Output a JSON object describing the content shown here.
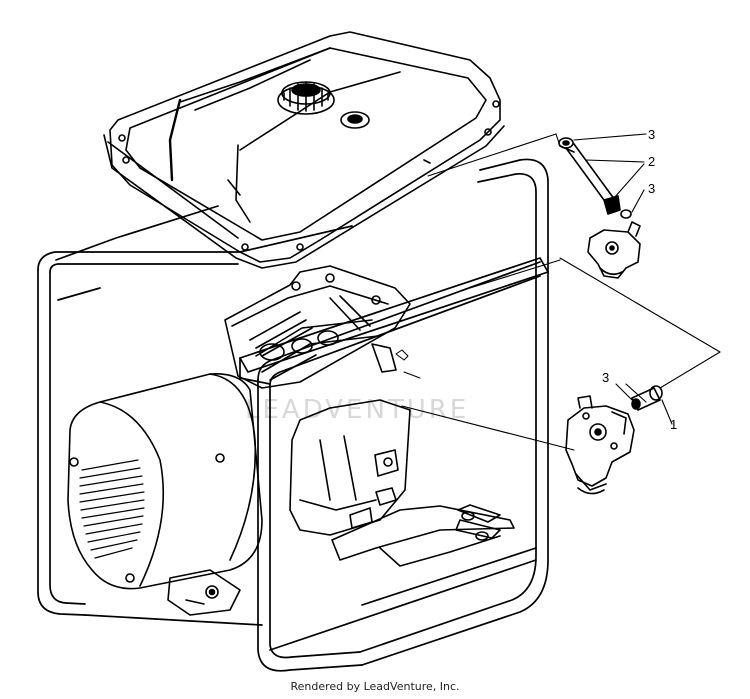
{
  "callouts": {
    "c1": "3",
    "c2": "2",
    "c3": "3",
    "c4": "3",
    "c5": "1"
  },
  "watermark": "LEADVENTURE",
  "footer": "Rendered by LeadVenture, Inc."
}
